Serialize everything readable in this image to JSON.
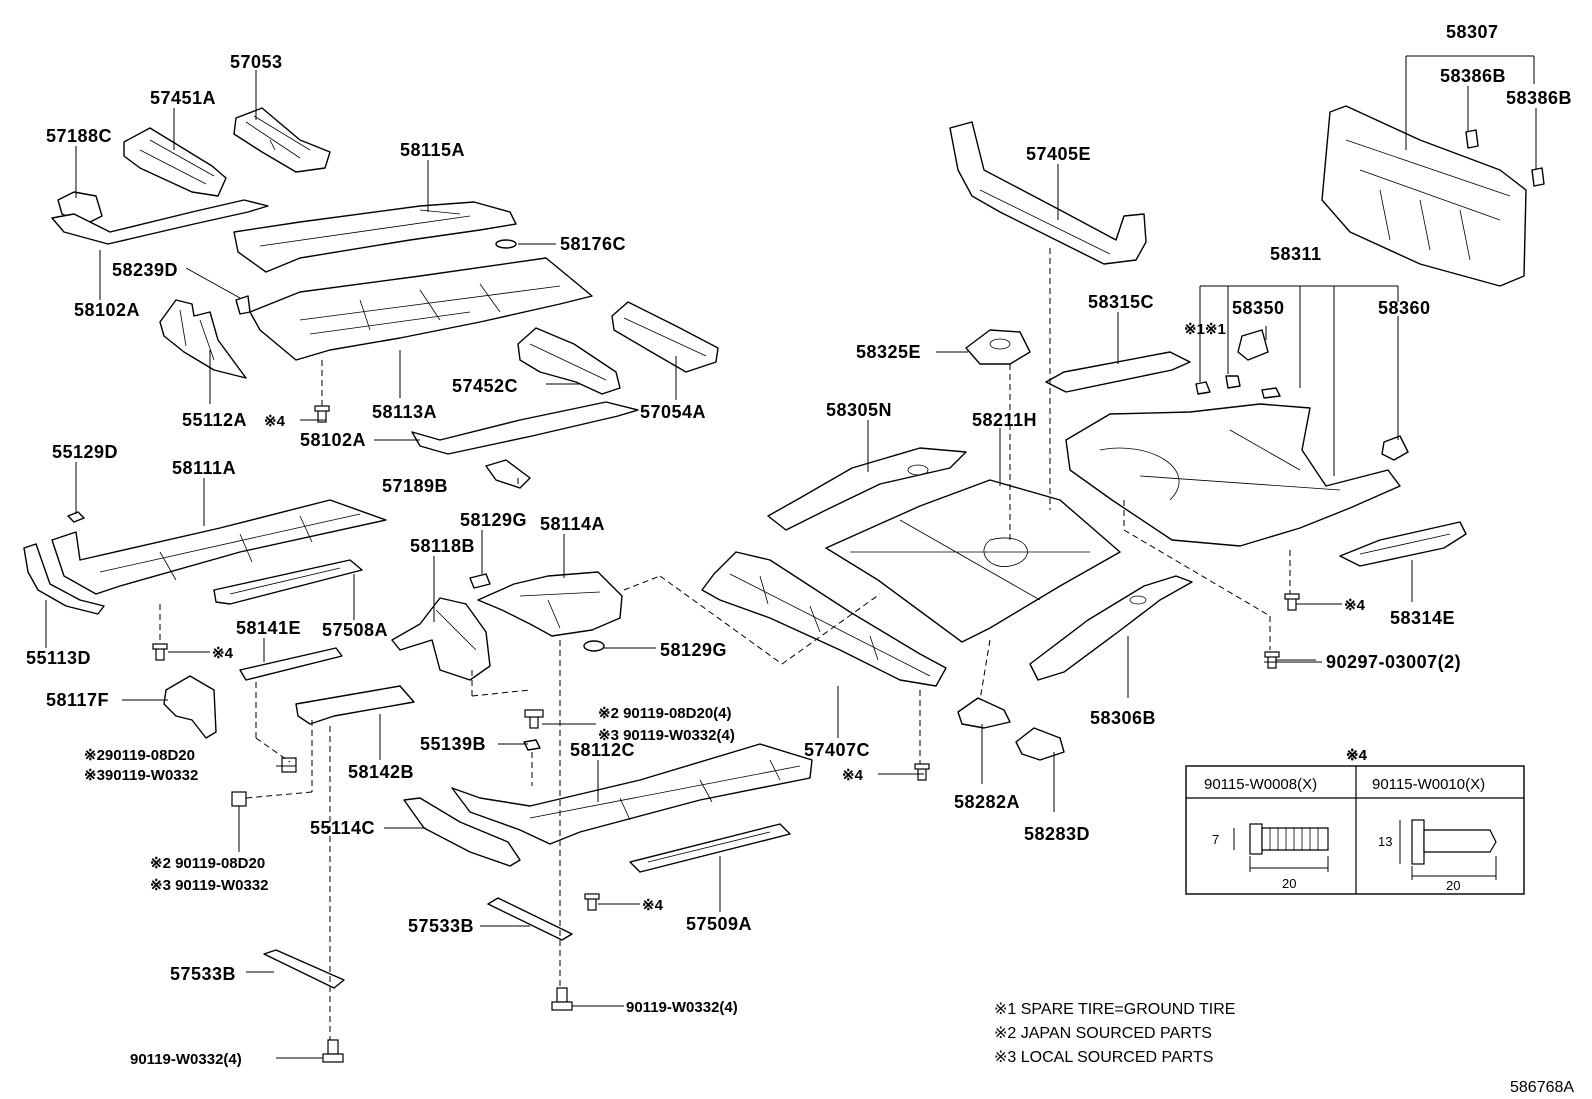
{
  "diagram_id": "586768A",
  "labels": {
    "p57053": "57053",
    "p57451A": "57451A",
    "p57188C": "57188C",
    "p58115A": "58115A",
    "p58176C": "58176C",
    "p58239D": "58239D",
    "p58102A_top": "58102A",
    "p55112A": "55112A",
    "p58113A": "58113A",
    "p57452C": "57452C",
    "p57054A": "57054A",
    "p58102A_mid": "58102A",
    "p57189B": "57189B",
    "p55129D": "55129D",
    "p58111A": "58111A",
    "p55113D": "55113D",
    "p58141E": "58141E",
    "p57508A": "57508A",
    "p58117F": "58117F",
    "p58118B": "58118B",
    "p58129G_top": "58129G",
    "p58114A": "58114A",
    "p58129G_mid": "58129G",
    "p58142B": "58142B",
    "p55139B": "55139B",
    "p58112C": "58112C",
    "p55114C": "55114C",
    "p57533B_mid": "57533B",
    "p57509A": "57509A",
    "p57533B_low": "57533B",
    "p57407C": "57407C",
    "p58305N": "58305N",
    "p58211H": "58211H",
    "p58325E": "58325E",
    "p57405E": "57405E",
    "p58315C": "58315C",
    "p58306B": "58306B",
    "p58282A": "58282A",
    "p58283D": "58283D",
    "p58307": "58307",
    "p58386B_a": "58386B",
    "p58386B_b": "58386B",
    "p58311": "58311",
    "p58350": "58350",
    "p58360": "58360",
    "p58314E": "58314E",
    "p90297": "90297-03007(2)",
    "mark_x1x1": "※1※1",
    "mark_x4_a": "※4",
    "mark_x4_b": "※4",
    "mark_x4_c": "※4",
    "mark_x4_d": "※4",
    "mark_x4_e": "※4",
    "mark_x4_f": "※4",
    "b1_line1": "※2 90119-08D20(4)",
    "b1_line2": "※3 90119-W0332(4)",
    "b2_line1": "※290119-08D20",
    "b2_line2": "※390119-W0332",
    "b3_line1": "※2 90119-08D20",
    "b3_line2": "※3 90119-W0332",
    "b4": "90119-W0332(4)",
    "b5": "90119-W0332(4)"
  },
  "bolt_table": {
    "ref_mark": "※4",
    "col1_header": "90115-W0008(X)",
    "col2_header": "90115-W0010(X)",
    "col1_dim_h": "7",
    "col1_dim_l": "20",
    "col2_dim_h": "13",
    "col2_dim_l": "20"
  },
  "footnotes": {
    "n1": "※1 SPARE TIRE=GROUND TIRE",
    "n2": "※2 JAPAN SOURCED PARTS",
    "n3": "※3 LOCAL SOURCED PARTS"
  }
}
